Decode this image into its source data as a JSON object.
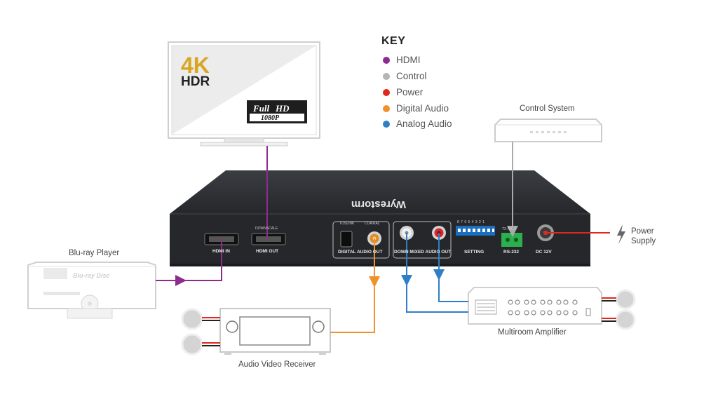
{
  "key": {
    "title": "KEY",
    "items": [
      {
        "label": "HDMI",
        "color": "#8e2c8e"
      },
      {
        "label": "Control",
        "color": "#b5b5b5"
      },
      {
        "label": "Power",
        "color": "#e0281f"
      },
      {
        "label": "Digital Audio",
        "color": "#f0922b"
      },
      {
        "label": "Analog Audio",
        "color": "#2e7fc6"
      }
    ]
  },
  "tv": {
    "badge_main": "4K",
    "badge_sub": "HDR",
    "fullhd_a": "Full",
    "fullhd_b": "HD",
    "fullhd_res": "1080P"
  },
  "devices": {
    "bluray": "Blu-ray Player",
    "control_system": "Control System",
    "power_supply": "Power\nSupply",
    "avr": "Audio Video Receiver",
    "amplifier": "Multiroom Amplifier"
  },
  "panel": {
    "brand": "Wyrestorm",
    "hdmi_in": "HDMI IN",
    "hdmi_out": "HDMI OUT",
    "downscale": "DOWNSCALE",
    "toslink": "TOSLINK",
    "coaxial": "COAXIAL",
    "digital_audio_out": "DIGITAL AUDIO OUT",
    "downmixed_audio_out": "DOWN MIXED AUDIO OUT",
    "setting": "SETTING",
    "dip_numbers": "8 7 6 5 4 3 2 1",
    "rs232": "RS-232",
    "rs232_pins": "TX  RX  ⏚",
    "dc": "DC 12V"
  }
}
